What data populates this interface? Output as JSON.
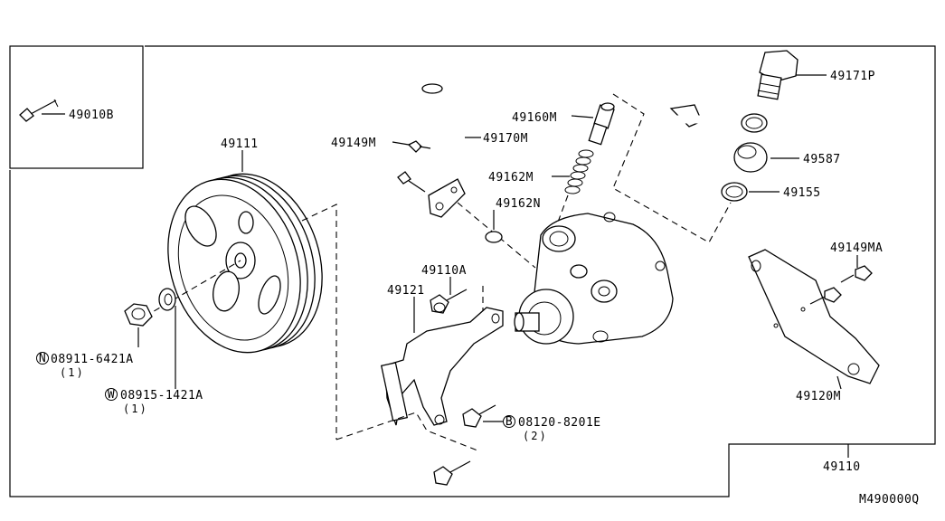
{
  "diagram": {
    "code": "M490000Q",
    "labels": {
      "p49010B": "49010B",
      "p49111": "49111",
      "p49149M": "49149M",
      "p49170M": "49170M",
      "p49160M": "49160M",
      "p49162M": "49162M",
      "p49162N": "49162N",
      "p49171P": "49171P",
      "p49587": "49587",
      "p49155": "49155",
      "p49149MA": "49149MA",
      "p49110A": "49110A",
      "p49121": "49121",
      "p49120M": "49120M",
      "p49110": "49110",
      "nut": "08911-6421A",
      "nut_marker": "N",
      "nut_qty": "(1)",
      "washer": "08915-1421A",
      "washer_marker": "W",
      "washer_qty": "(1)",
      "bolt": "08120-8201E",
      "bolt_marker": "B",
      "bolt_qty": "(2)"
    }
  }
}
